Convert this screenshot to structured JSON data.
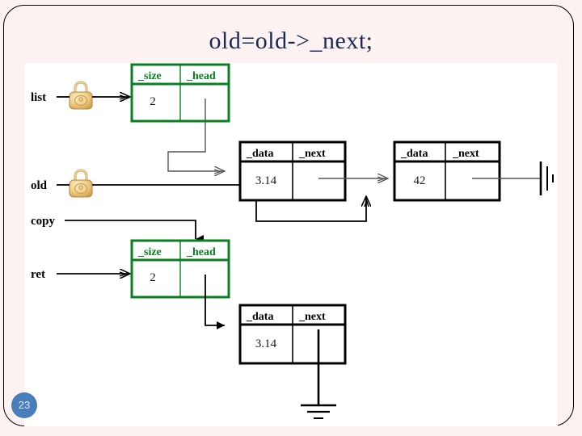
{
  "slide": {
    "title": "old=old->_next;",
    "page_number": "23",
    "background_color": "#fdf2f2",
    "canvas_color": "#ffffff",
    "title_color": "#1b2a52",
    "page_badge_color": "#4a7ebb",
    "green_color": "#0a7f20",
    "black_color": "#000000",
    "padlock_color": "#e8c77a"
  },
  "pointers": [
    {
      "name": "pointer-list",
      "label": "list",
      "has_padlock": true
    },
    {
      "name": "pointer-old",
      "label": "old",
      "has_padlock": true
    },
    {
      "name": "pointer-copy",
      "label": "copy",
      "has_padlock": false
    },
    {
      "name": "pointer-ret",
      "label": "ret",
      "has_padlock": false
    }
  ],
  "structures": [
    {
      "name": "list-struct-top",
      "kind": "list-header",
      "border_color": "#0a7f20",
      "fields": [
        "_size",
        "_head"
      ],
      "values": [
        "2",
        ""
      ]
    },
    {
      "name": "node-3-14-top",
      "kind": "node",
      "border_color": "#000000",
      "fields": [
        "_data",
        "_next"
      ],
      "values": [
        "3.14",
        ""
      ]
    },
    {
      "name": "node-42",
      "kind": "node",
      "border_color": "#000000",
      "fields": [
        "_data",
        "_next"
      ],
      "values": [
        "42",
        ""
      ]
    },
    {
      "name": "list-struct-bottom",
      "kind": "list-header",
      "border_color": "#0a7f20",
      "fields": [
        "_size",
        "_head"
      ],
      "values": [
        "2",
        ""
      ]
    },
    {
      "name": "node-3-14-bottom",
      "kind": "node",
      "border_color": "#000000",
      "fields": [
        "_data",
        "_next"
      ],
      "values": [
        "3.14",
        ""
      ]
    }
  ],
  "terminators": [
    {
      "name": "null-terminator-right",
      "symbol": "null-bars"
    },
    {
      "name": "ground-terminator-bottom",
      "symbol": "ground"
    }
  ]
}
